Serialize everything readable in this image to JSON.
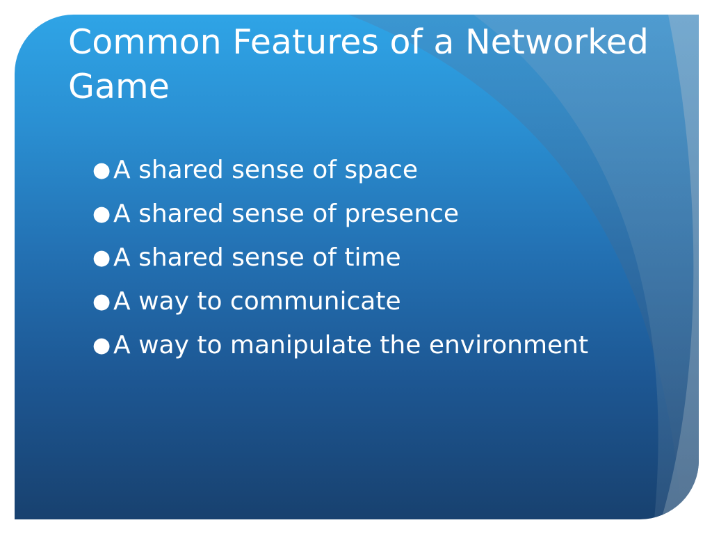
{
  "slide": {
    "title": "Common Features of a Networked Game",
    "bullets": [
      "A shared sense of space",
      "A shared sense of presence",
      "A shared sense of time",
      "A way to communicate",
      "A way to manipulate the environment"
    ]
  },
  "colors": {
    "background_top": "#2fa4e6",
    "background_bottom": "#18416f",
    "text": "#ffffff",
    "page": "#ffffff"
  }
}
